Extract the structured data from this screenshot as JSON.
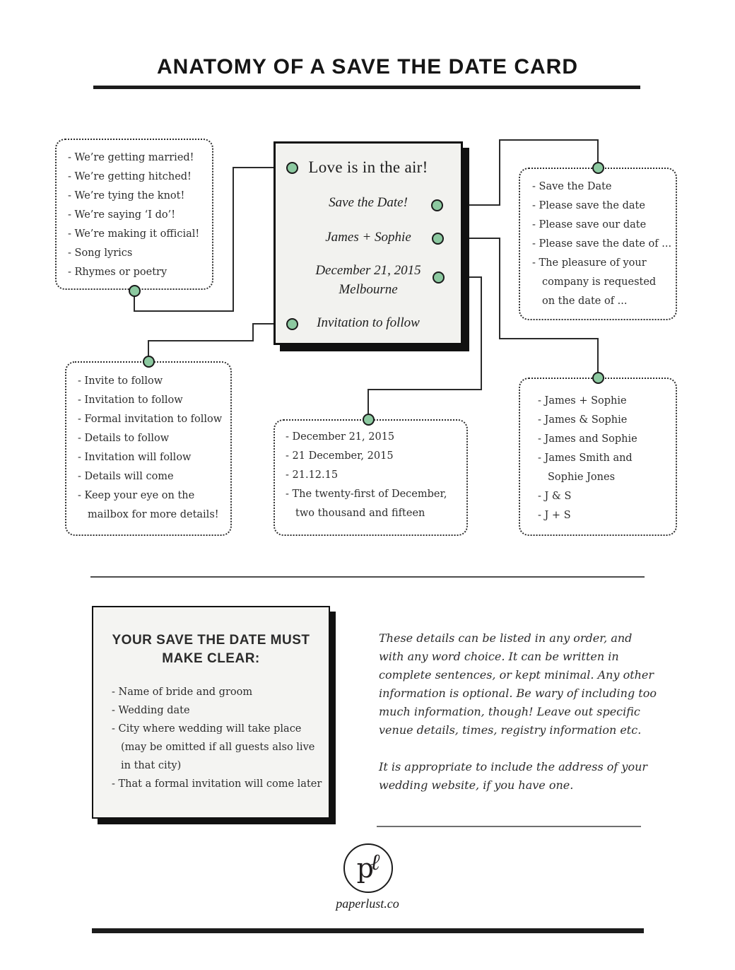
{
  "header": {
    "title": "ANATOMY OF A SAVE THE DATE CARD"
  },
  "card": {
    "headline": "Love is in the air!",
    "save_line": "Save the Date!",
    "names_line": "James + Sophie",
    "date_line": "December 21, 2015",
    "city_line": "Melbourne",
    "invitation_line": "Invitation to follow"
  },
  "callouts": {
    "headline_options": {
      "items": [
        "- We’re getting married!",
        "- We’re getting hitched!",
        "- We’re tying the knot!",
        "- We’re saying ‘I do’!",
        "- We’re making it official!",
        "- Song lyrics",
        "- Rhymes or poetry"
      ]
    },
    "save_options": {
      "items": [
        "- Save the Date",
        "- Please save the date",
        "- Please save our date",
        "- Please save the date of ...",
        "- The pleasure of your\ncompany is requested\non the date of ..."
      ]
    },
    "invitation_options": {
      "items": [
        "- Invite to follow",
        "- Invitation to follow",
        "- Formal invitation to follow",
        "- Details to follow",
        "- Invitation will follow",
        "- Details will come",
        "- Keep your eye on the\nmailbox for more details!"
      ]
    },
    "date_options": {
      "items": [
        "- December 21, 2015",
        "- 21 December, 2015",
        "- 21.12.15",
        "- The twenty-first of December,\ntwo thousand and fifteen"
      ]
    },
    "name_options": {
      "items": [
        "- James + Sophie",
        "- James & Sophie",
        "- James and Sophie",
        "- James Smith and\nSophie Jones",
        "- J & S",
        "- J + S"
      ]
    }
  },
  "requirements_box": {
    "title": "YOUR SAVE THE DATE MUST\nMAKE CLEAR:",
    "items": [
      "- Name of bride and groom",
      "- Wedding date",
      "- City where wedding will take place\n(may be omitted if all guests also live\nin that city)",
      "- That a formal invitation will come later"
    ]
  },
  "notes": {
    "p1": "These details can be listed in any order, and\nwith any word choice. It can be written in\ncomplete sentences, or kept minimal. Any other\ninformation is optional. Be wary of including too\nmuch information, though! Leave out specific\nvenue details, times, registry information etc.",
    "p2": "It is appropriate to include the address of your\nwedding website, if you have one."
  },
  "footer": {
    "monogram_p": "p",
    "monogram_l": "ℓ",
    "brand": "paperlust.co"
  },
  "colors": {
    "accent_green": "#8cc9a0",
    "ink": "#1c1c1c"
  }
}
